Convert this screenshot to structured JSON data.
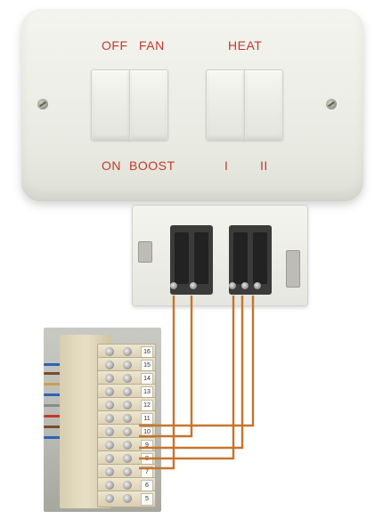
{
  "switch_plate": {
    "label_off": "OFF",
    "label_fan": "FAN",
    "label_heat": "HEAT",
    "label_on": "ON",
    "label_boost": "BOOST",
    "label_heat_1": "I",
    "label_heat_2": "II",
    "label_color": "#c0392b"
  },
  "colors": {
    "wire": "#c8742a",
    "plate": "#eceee6"
  },
  "terminal_block": {
    "tags": [
      "16",
      "15",
      "14",
      "13",
      "12",
      "11",
      "10",
      "9",
      "8",
      "7",
      "6",
      "5"
    ]
  }
}
